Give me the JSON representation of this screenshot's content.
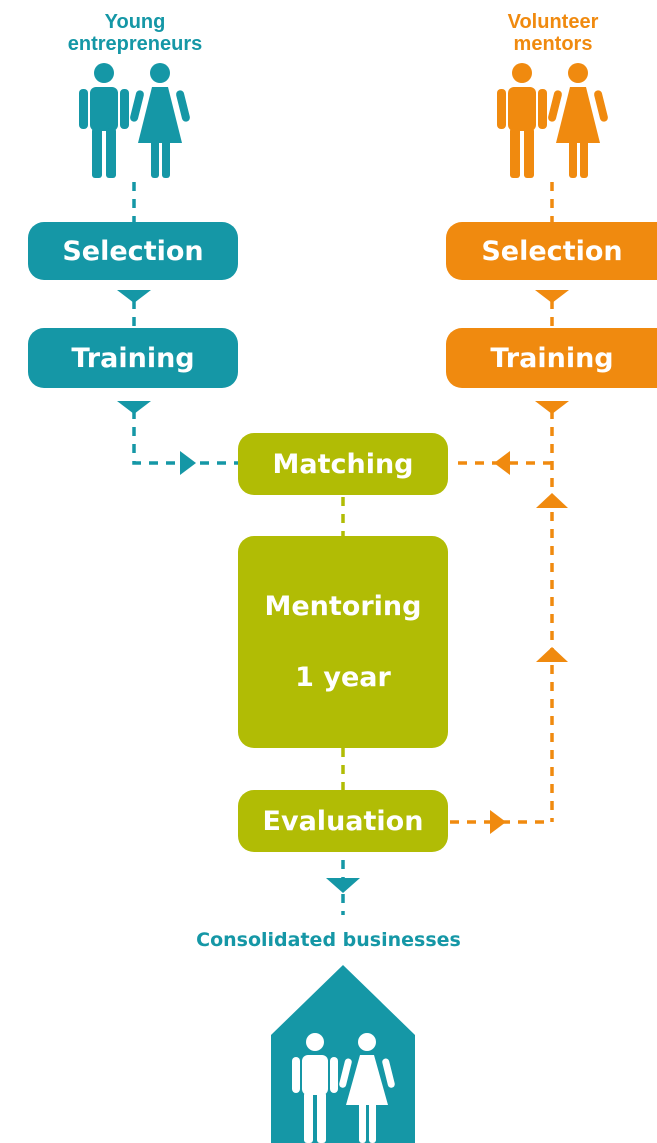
{
  "colors": {
    "teal": "#1597a6",
    "orange": "#f08a0f",
    "green": "#b1bc05"
  },
  "groups": {
    "entrepreneurs": {
      "line1": "Young",
      "line2": "entrepreneurs"
    },
    "mentors": {
      "line1": "Volunteer",
      "line2": "mentors"
    }
  },
  "left_steps": {
    "selection": "Selection",
    "training": "Training"
  },
  "right_steps": {
    "selection": "Selection",
    "training": "Training"
  },
  "center_steps": {
    "matching": "Matching",
    "mentoring": "Mentoring",
    "duration": "1 year",
    "evaluation": "Evaluation"
  },
  "outcome": "Consolidated businesses",
  "icons": [
    "man-icon",
    "woman-icon",
    "house-icon"
  ]
}
